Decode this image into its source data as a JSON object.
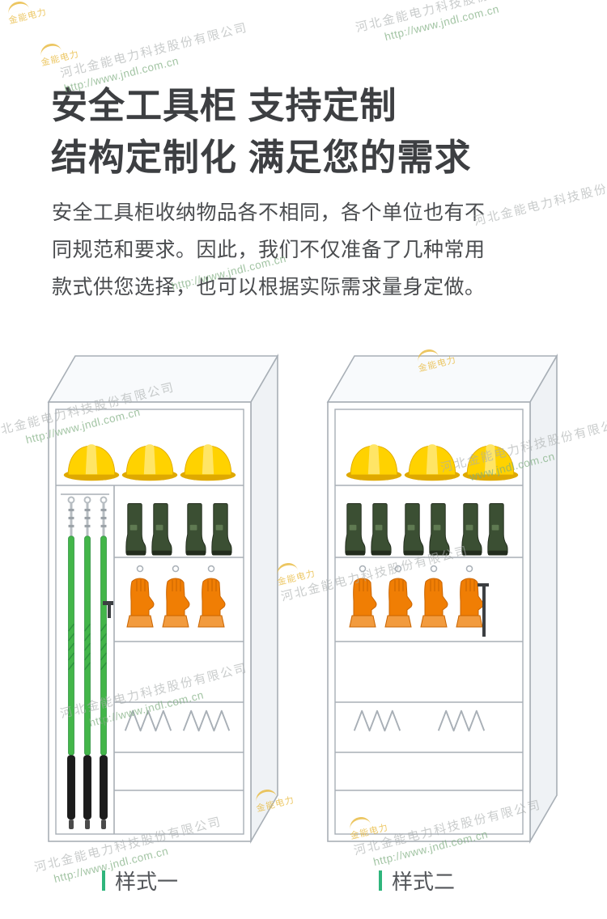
{
  "header": {
    "title_line1": "安全工具柜 支持定制",
    "title_line2": "结构定制化 满足您的需求"
  },
  "intro": {
    "lines": [
      "安全工具柜收纳物品各不相同，各个单位也有不",
      "同规范和要求。因此，我们不仅准备了几种常用",
      "款式供您选择，也可以根据实际需求量身定做。"
    ]
  },
  "styles": {
    "style_one_label": "样式一",
    "style_two_label": "样式二"
  },
  "watermark": {
    "company": "河北金能电力科技股份有限公司",
    "url": "http://www.jndl.com.cn",
    "short_url": "www.jndl.com.cn",
    "logo_text": "金能电力"
  },
  "colors": {
    "accent_green": "#2fb57c",
    "heading_text": "#3d3f42",
    "body_text": "#4a4c4f",
    "outline_gray": "#a8afb6",
    "helmet_yellow": "#ffd200",
    "helmet_dark": "#dfa900",
    "helmet_light": "#ffe566",
    "boot_green": "#3b4f33",
    "boot_dark": "#232d1e",
    "glove_orange": "#f07e04",
    "glove_dark": "#c96400",
    "glove_cuff": "#f29b3e",
    "rod_green": "#43b649",
    "rod_dark": "#2f9240",
    "rod_grip": "#1c1c1c",
    "metal_gray": "#b7bdc2",
    "watermark_gray": "#a9adad",
    "watermark_green": "#7fae81",
    "watermark_gold": "#e8b93c"
  }
}
